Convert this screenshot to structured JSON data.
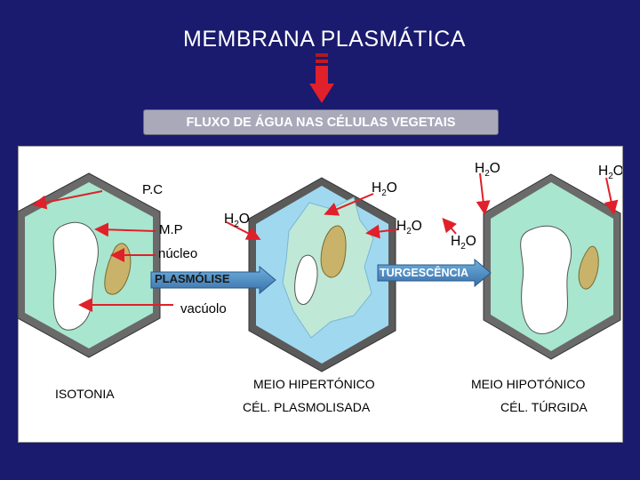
{
  "title": "MEMBRANA  PLASMÁTICA",
  "subtitle": "FLUXO DE ÁGUA  NAS CÉLULAS VEGETAIS",
  "labels": {
    "pc": "P.C",
    "mp": "M.P",
    "nucleo": "núcleo",
    "vacuolo": "vacúolo",
    "plasmolise": "PLASMÓLISE",
    "turgescencia": "TURGESCÊNCIA",
    "isotonia": "ISOTONIA",
    "meio_hipertonico": "MEIO HIPERTÓNICO",
    "cel_plasmolisada": "CÉL. PLASMOLISADA",
    "meio_hipotonico": "MEIO HIPOTÓNICO",
    "cel_turgida": "CÉL. TÚRGIDA"
  },
  "water": {
    "h": "H",
    "sub": "2",
    "o": "O"
  },
  "colors": {
    "background": "#1a1a6e",
    "cytoplasm": "#a8e6cf",
    "vacuole": "#ffffff",
    "nucleus": "#c9b36a",
    "arrow": "#e0202a",
    "process_arrow": "#4a90c8"
  }
}
